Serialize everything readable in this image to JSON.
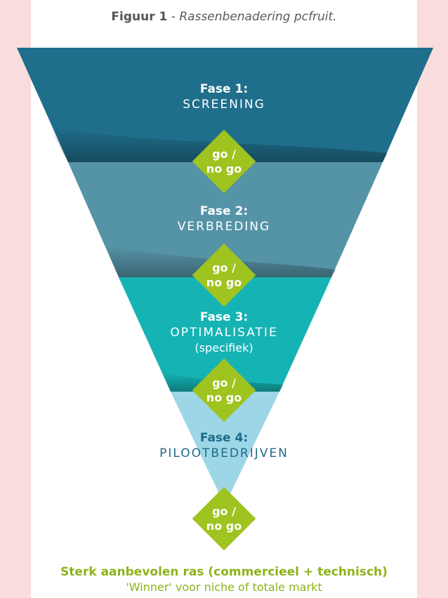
{
  "caption": {
    "figure_label": "Figuur 1",
    "description": "- Rassenbenadering pcfruit."
  },
  "phases": [
    {
      "title": "Fase 1:",
      "name": "SCREENING",
      "sub": ""
    },
    {
      "title": "Fase 2:",
      "name": "VERBREDING",
      "sub": ""
    },
    {
      "title": "Fase 3:",
      "name": "OPTIMALISATIE",
      "sub": "(specifiek)"
    },
    {
      "title": "Fase 4:",
      "name": "PILOOTBEDRIJVEN",
      "sub": ""
    }
  ],
  "gates": [
    {
      "line1": "go /",
      "line2": "no go"
    },
    {
      "line1": "go /",
      "line2": "no go"
    },
    {
      "line1": "go /",
      "line2": "no go"
    },
    {
      "line1": "go /",
      "line2": "no go"
    }
  ],
  "result": {
    "line1": "Sterk aanbevolen ras (commercieel + technisch)",
    "line2": "'Winner' voor niche of totale markt"
  },
  "colors": {
    "phase1": "#1f6e8c",
    "phase2": "#5593a7",
    "phase3": "#15b3b4",
    "phase4": "#9dd6e7",
    "gate": "#9fc31f",
    "result_text": "#8cb31a",
    "background": "#f9dcdc"
  }
}
